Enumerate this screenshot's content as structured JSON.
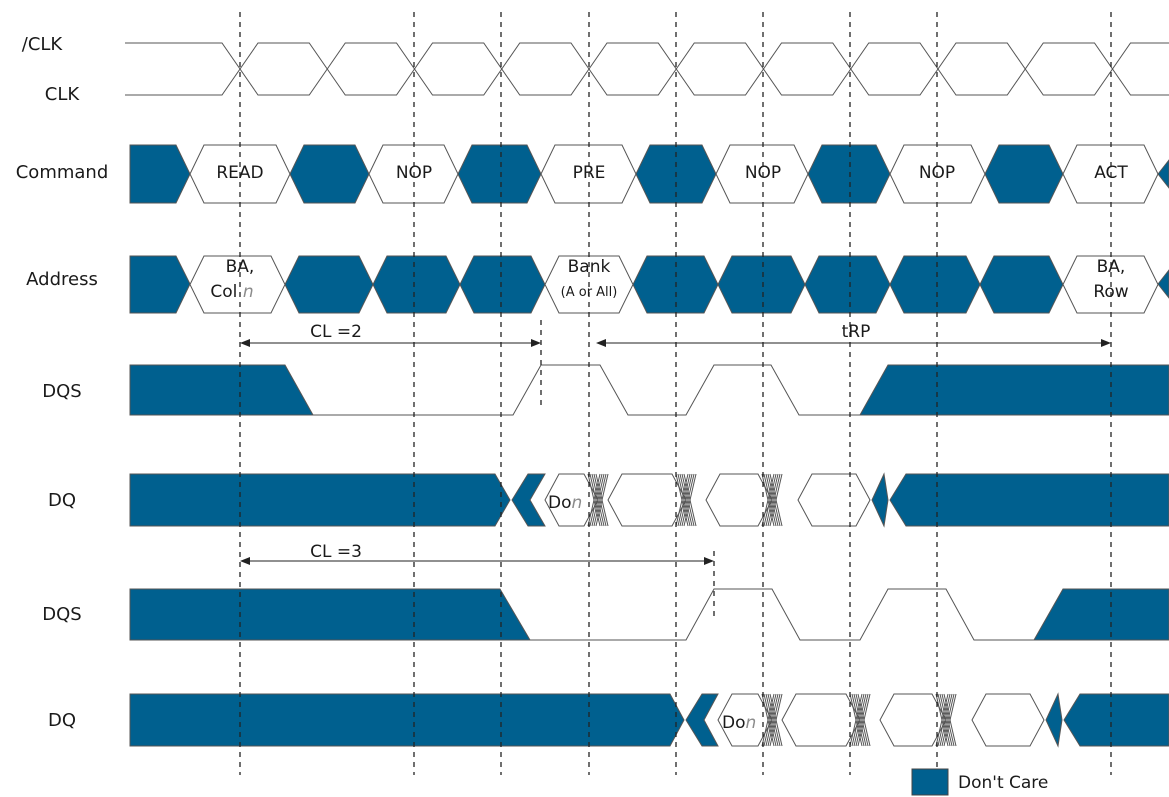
{
  "signals": {
    "nclk": "/CLK",
    "clk": "CLK",
    "command": "Command",
    "address": "Address",
    "dqs_cl2": "DQS",
    "dq_cl2": "DQ",
    "dqs_cl3": "DQS",
    "dq_cl3": "DQ"
  },
  "commands": [
    "READ",
    "NOP",
    "PRE",
    "NOP",
    "NOP",
    "ACT"
  ],
  "address": {
    "read": {
      "line1": "BA,",
      "line2": "Col",
      "suffix": "n"
    },
    "pre": {
      "line1": "Bank",
      "line2": "(A or All)"
    },
    "act": {
      "line1": "BA,",
      "line2": "Row"
    }
  },
  "data_out": {
    "prefix": "Do",
    "suffix": "n"
  },
  "annotations": {
    "cl2": "CL =2",
    "cl3": "CL =3",
    "trp": "tRP"
  },
  "legend": {
    "label": "Don't Care"
  },
  "colors": {
    "dont_care": "#00608f",
    "line": "#555555",
    "dash": "#222222"
  }
}
